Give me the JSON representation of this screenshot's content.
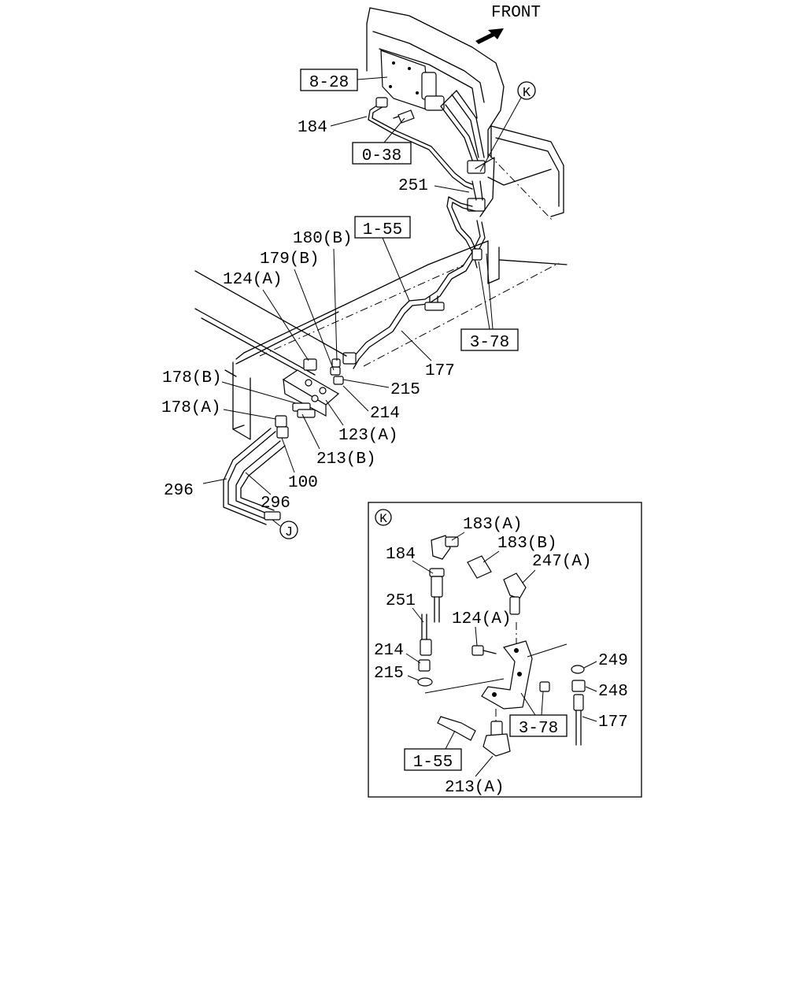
{
  "direction": "FRONT",
  "callout_letters": {
    "k": "K",
    "j": "J"
  },
  "refs": {
    "r828": "8-28",
    "r038": "0-38",
    "r155": "1-55",
    "r378": "3-78",
    "d_r378": "3-78",
    "d_r155": "1-55"
  },
  "parts": {
    "p184": "184",
    "p251": "251",
    "p180b": "180(B)",
    "p179b": "179(B)",
    "p124a": "124(A)",
    "p177": "177",
    "p215": "215",
    "p214": "214",
    "p178b": "178(B)",
    "p178a": "178(A)",
    "p123a": "123(A)",
    "p213b": "213(B)",
    "p100": "100",
    "p296a": "296",
    "p296b": "296"
  },
  "detail": {
    "p183a": "183(A)",
    "p183b": "183(B)",
    "p184": "184",
    "p247a": "247(A)",
    "p251": "251",
    "p124a": "124(A)",
    "p214": "214",
    "p215": "215",
    "p249": "249",
    "p248": "248",
    "p177": "177",
    "p213a": "213(A)"
  }
}
